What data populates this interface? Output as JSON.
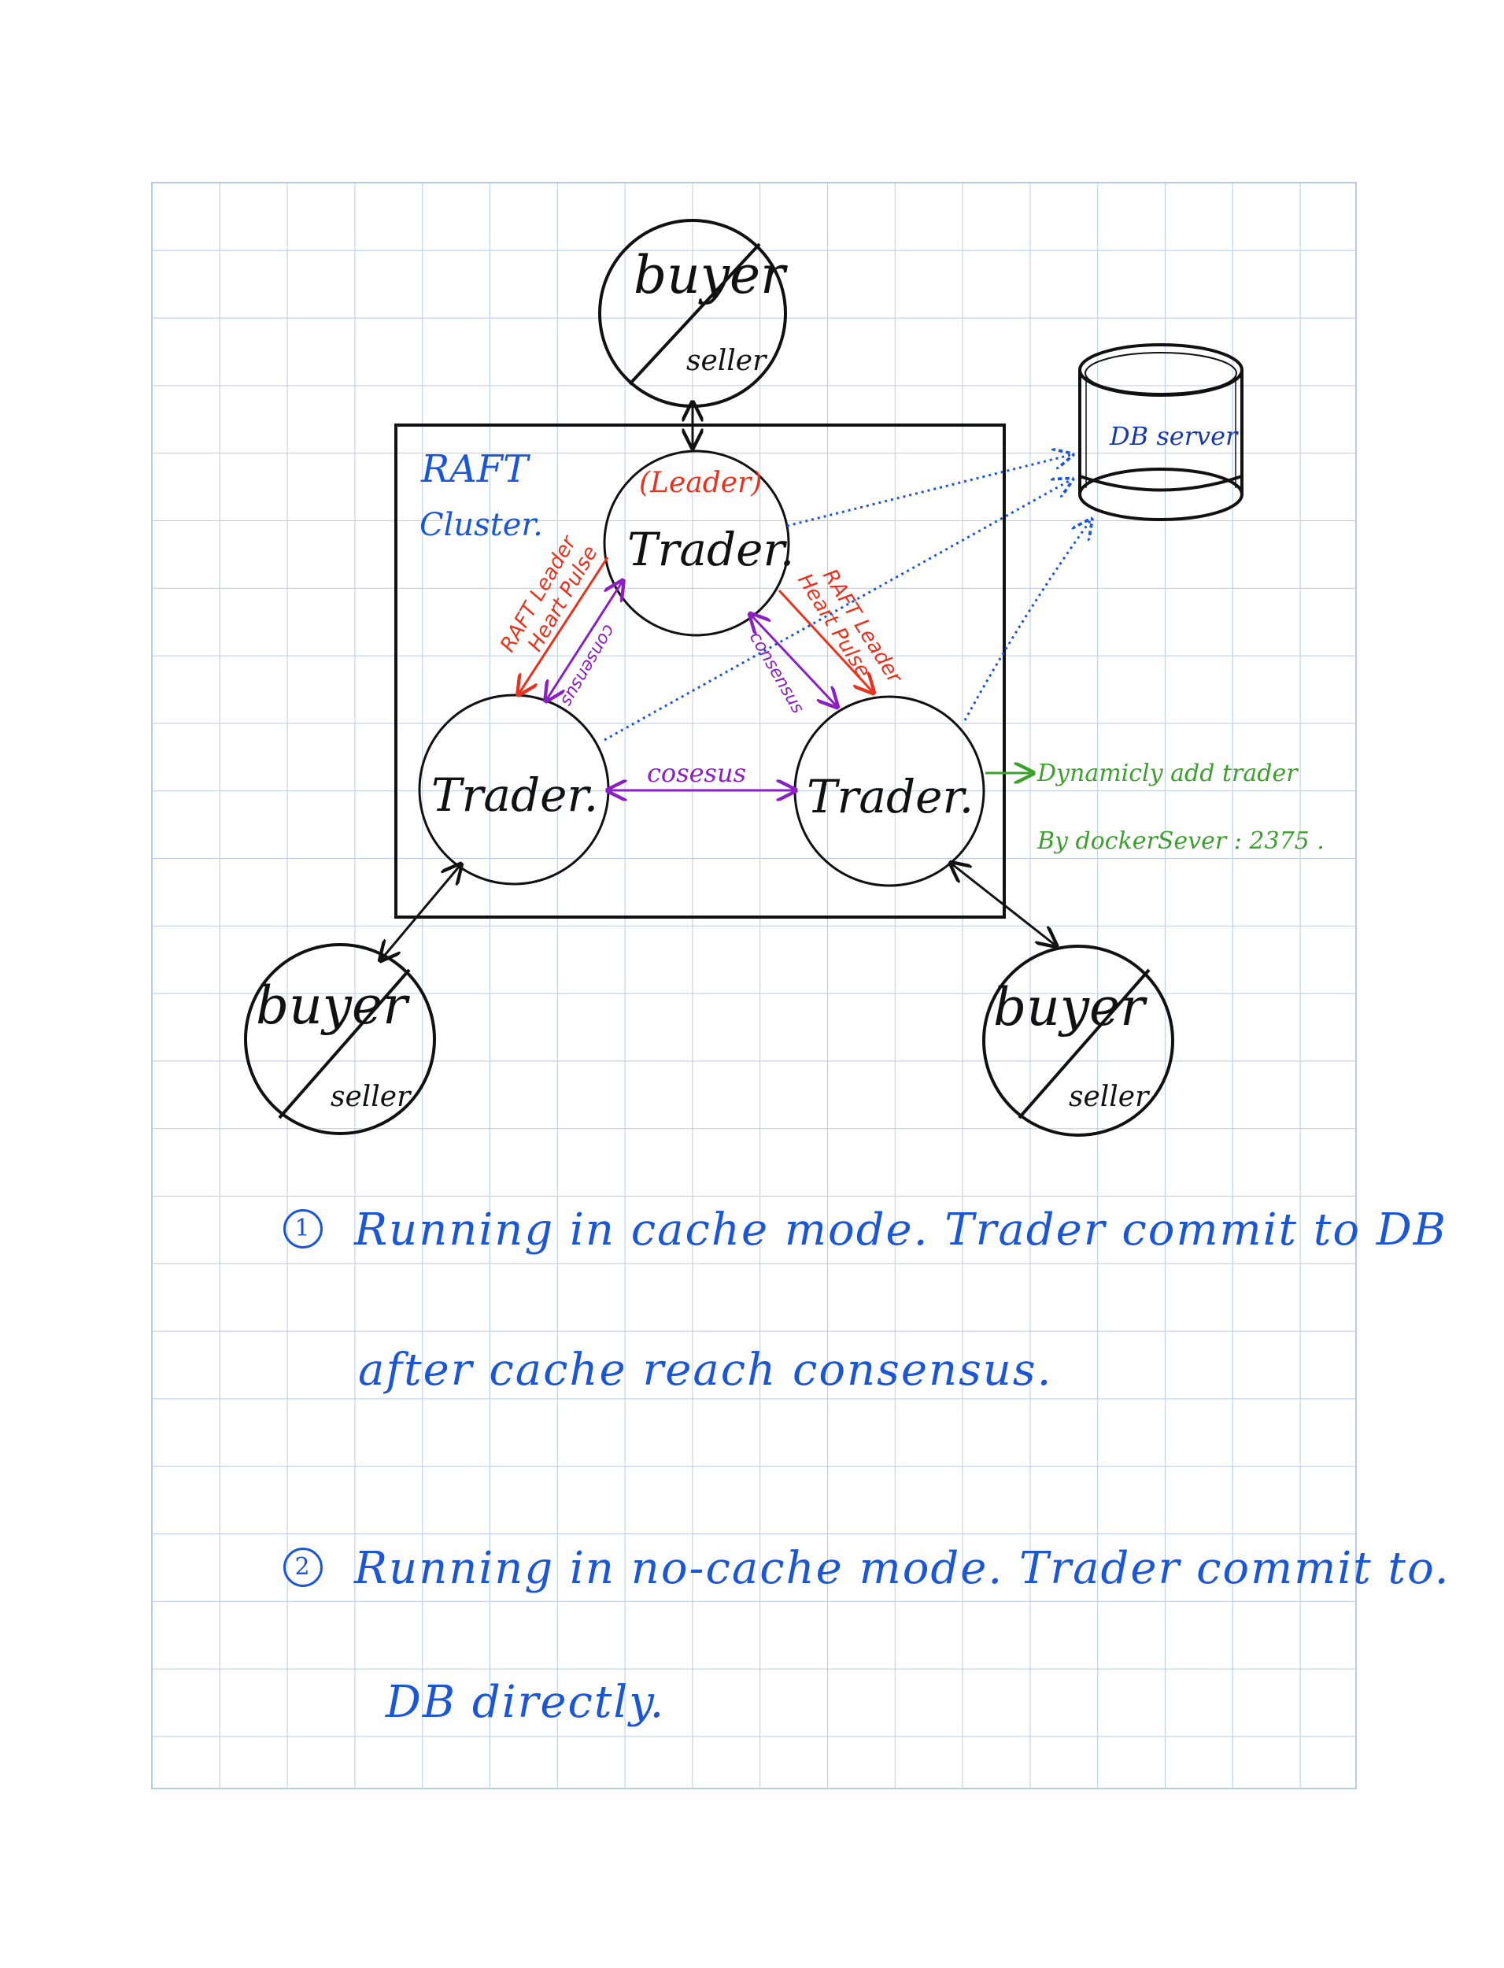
{
  "cluster": {
    "title_line1": "RAFT",
    "title_line2": "Cluster."
  },
  "traders": {
    "leader_tag": "(Leader)",
    "leader_label": "Trader.",
    "left_label": "Trader.",
    "right_label": "Trader."
  },
  "clients": {
    "top": {
      "buyer": "buyer",
      "seller": "seller"
    },
    "left": {
      "buyer": "buyer",
      "seller": "seller"
    },
    "right": {
      "buyer": "buyer",
      "seller": "seller"
    }
  },
  "db": {
    "label": "DB server"
  },
  "edges": {
    "heartbeat_left_line1": "RAFT Leader",
    "heartbeat_left_line2": "Heart Pulse",
    "heartbeat_right_line1": "RAFT Leader",
    "heartbeat_right_line2": "Heart Pulse",
    "consensus_left": "consensus",
    "consensus_right": "consensus",
    "consensus_bottom": "cosesus"
  },
  "dynamic": {
    "line1": "Dynamicly add trader",
    "line2": "By  dockerSever : 2375 ."
  },
  "notes": [
    {
      "number": "1",
      "line1": "Running  in  cache mode.  Trader  commit  to  DB",
      "line2": "after  cache  reach  consensus."
    },
    {
      "number": "2",
      "line1": "Running  in  no-cache mode.  Trader  commit  to.",
      "line2": "DB  directly."
    }
  ],
  "colors": {
    "grid": "#b9cbe6",
    "ink": "#111111",
    "blue": "#1a56d6",
    "red": "#e8321e",
    "purple": "#8a1fc4",
    "green": "#3aa12a"
  }
}
